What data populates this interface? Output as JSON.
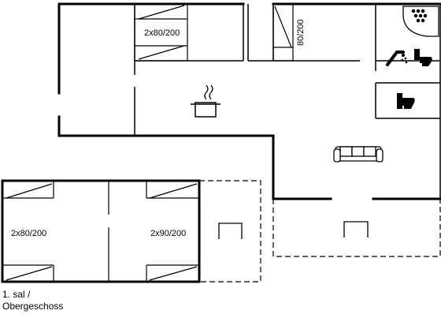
{
  "labels": {
    "upper_left_bed": "2x80/200",
    "upper_right_bed": "80/200",
    "lower_left_bed": "2x80/200",
    "lower_right_bed": "2x90/200"
  },
  "caption": {
    "line1": "1. sal /",
    "line2": "Obergeschoss"
  },
  "icons": [
    "pot-icon",
    "sofa-icon",
    "shower-icon",
    "toilet-icon",
    "whirlpool-icon",
    "chair-icon"
  ]
}
